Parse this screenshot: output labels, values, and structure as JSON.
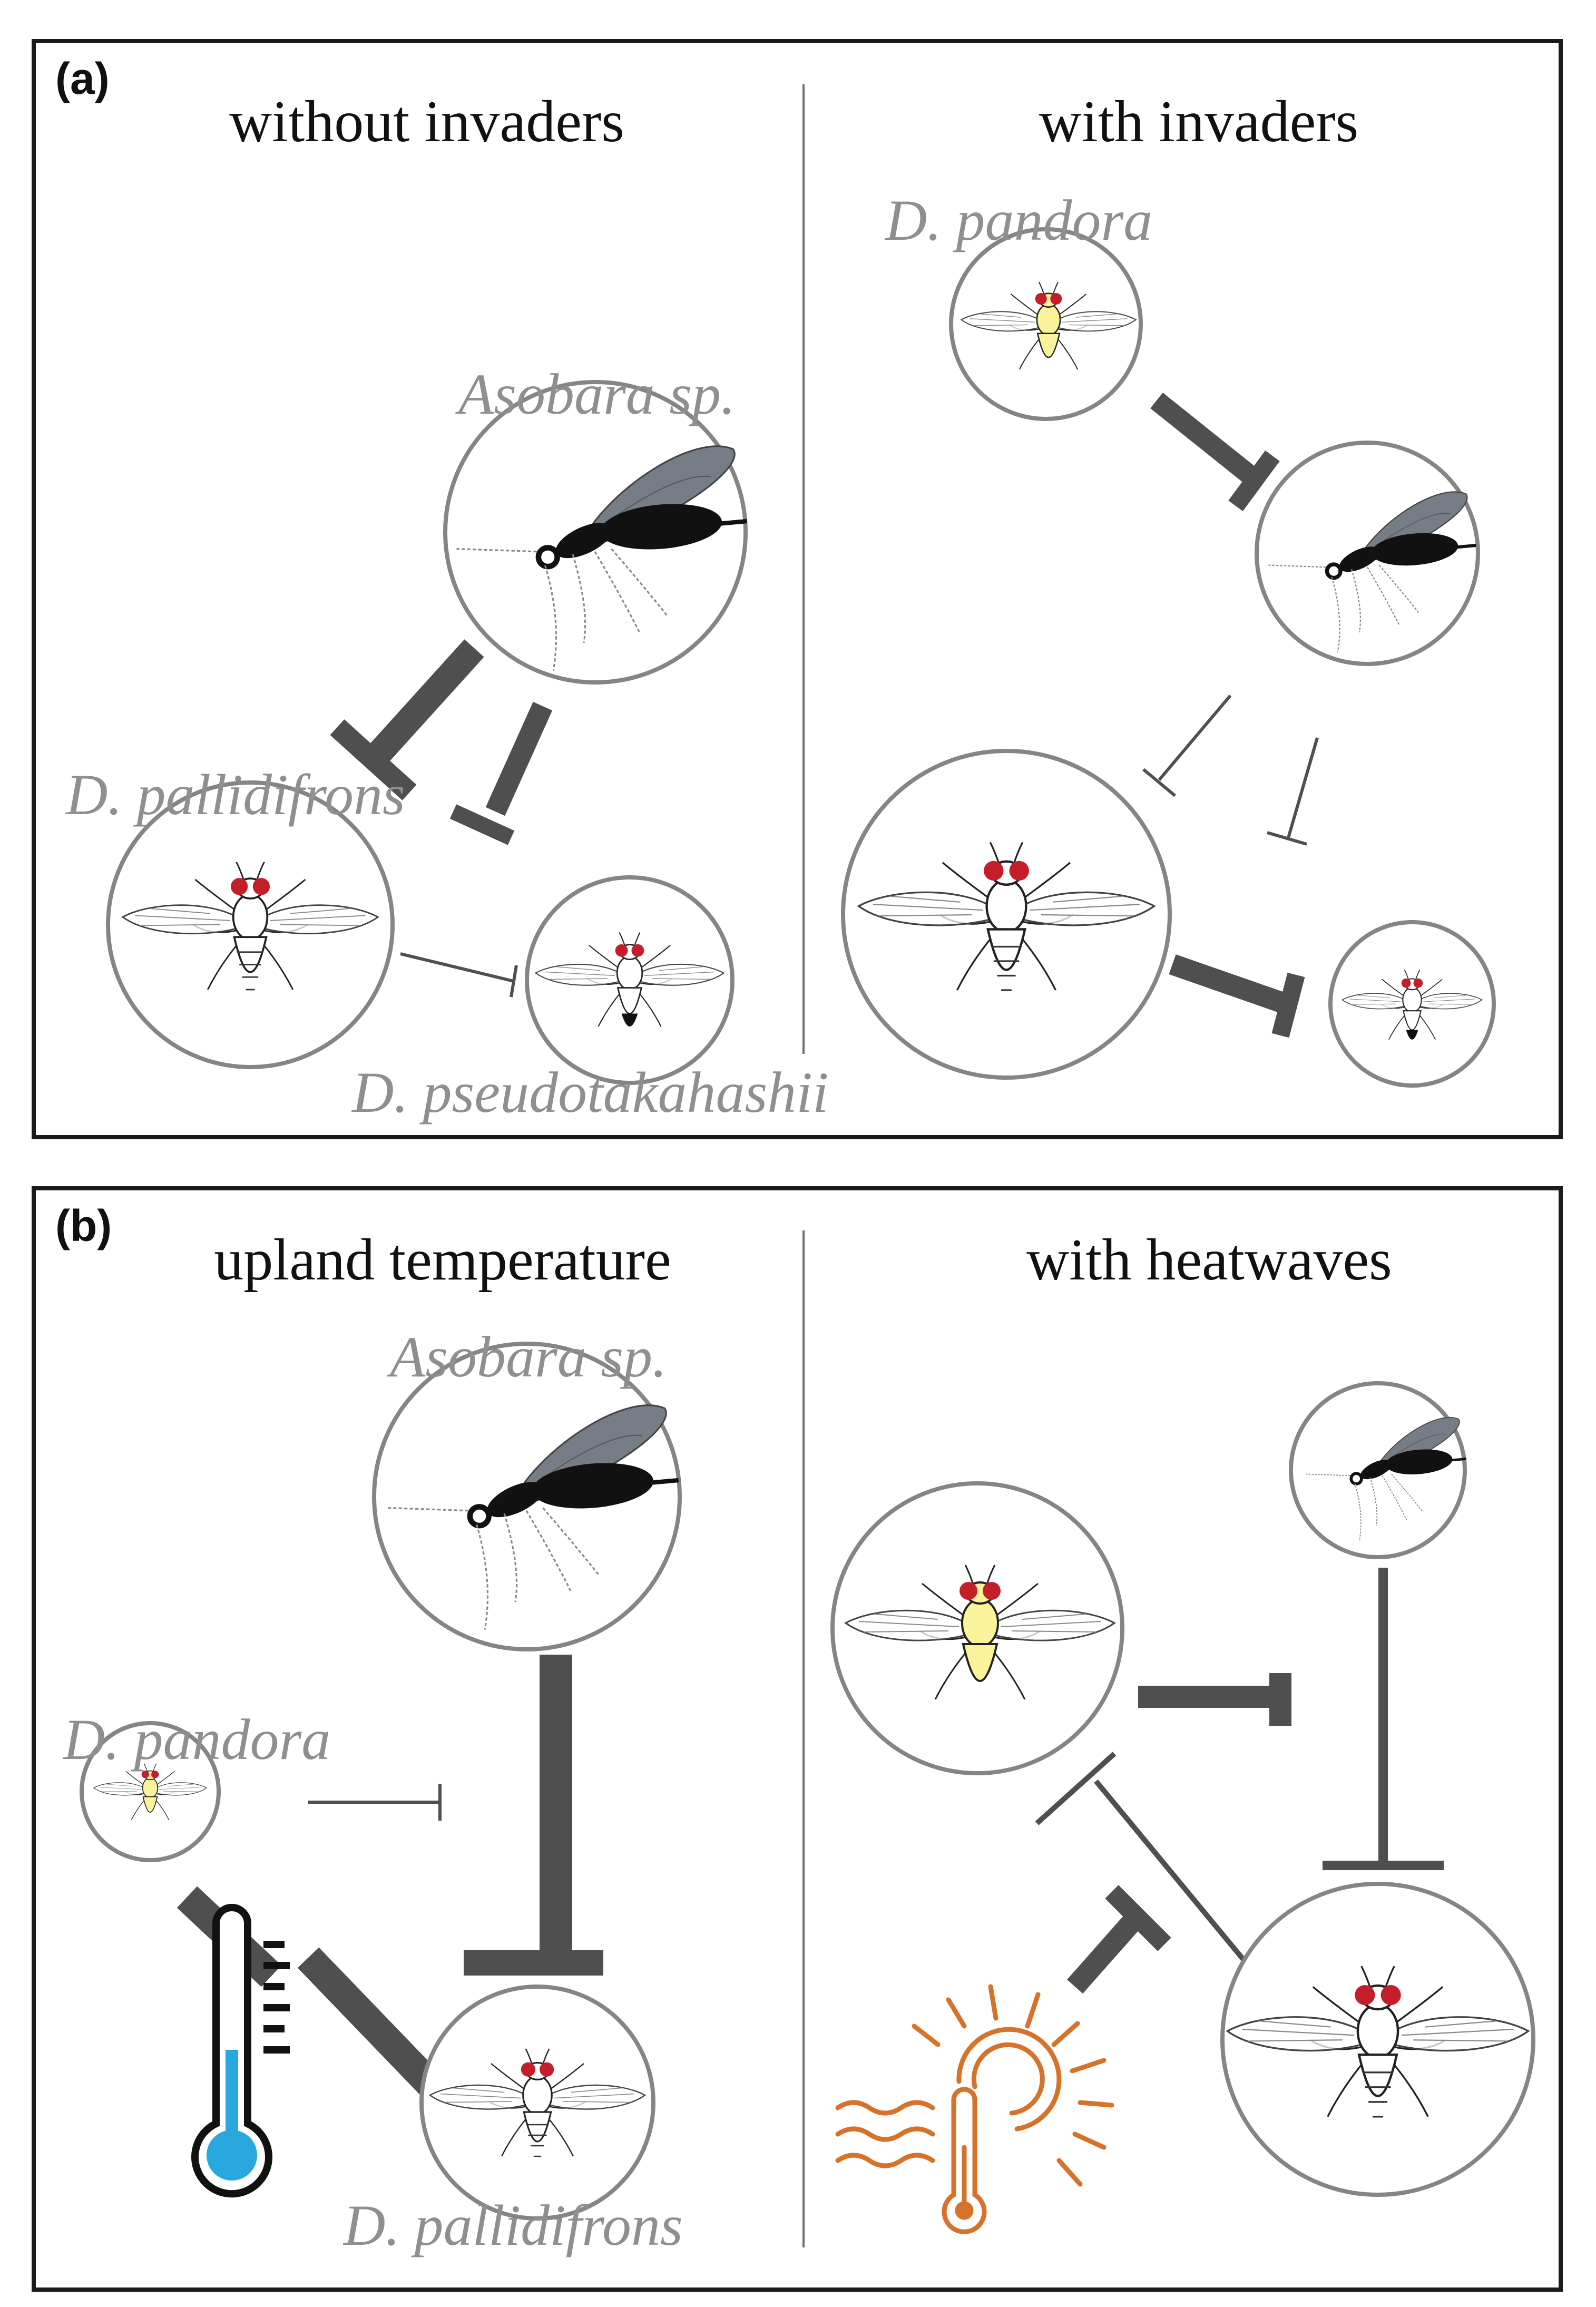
{
  "panel_a": {
    "label": "(a)",
    "left_title": "without invaders",
    "right_title": "with invaders",
    "species": {
      "asobara": "Asobara sp.",
      "pallidifrons": "D. pallidifrons",
      "pseudotakahashii": "D. pseudotakahashii",
      "pandora": "D. pandora"
    }
  },
  "panel_b": {
    "label": "(b)",
    "left_title": "upland temperature",
    "right_title": "with heatwaves",
    "species": {
      "asobara": "Asobara sp.",
      "pandora": "D. pandora",
      "pallidifrons": "D. pallidifrons"
    }
  },
  "colors": {
    "frame": "#1a1a1a",
    "circle_outline": "#858585",
    "arrow": "#4f4f4f",
    "species_label": "#8f8f8f",
    "fly_eye": "#c41e2a",
    "pandora_body": "#fbf39b",
    "pseudotakahashii_abdomen": "#111111",
    "thermometer_fill": "#29a8e0",
    "heatwave_icon": "#d7722a"
  },
  "icons": [
    "fly-pallidifrons-icon",
    "fly-pandora-icon",
    "fly-pseudotakahashii-icon",
    "wasp-asobara-icon",
    "thermometer-icon",
    "heatwave-icon"
  ]
}
